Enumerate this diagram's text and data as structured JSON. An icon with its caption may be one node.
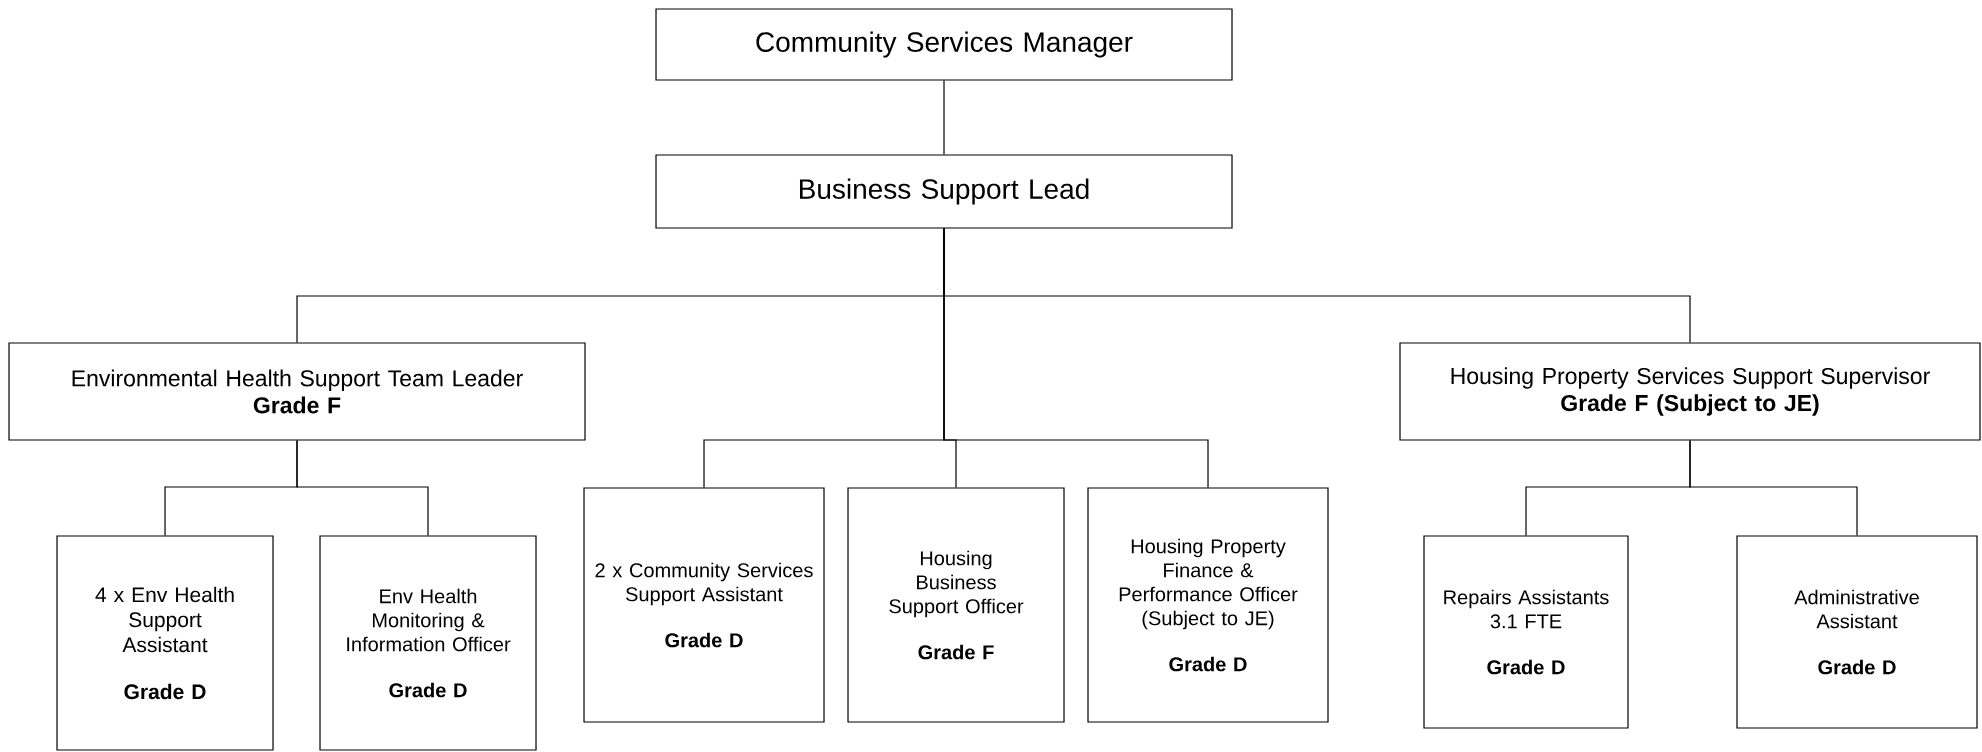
{
  "diagram": {
    "nodes": [
      {
        "text": [
          "Community Services Manager"
        ]
      },
      {
        "text": [
          "Business Support Lead"
        ]
      },
      {
        "text": [
          "Environmental Health Support Team Leader",
          "Grade F"
        ]
      },
      {
        "text": [
          "Housing Property Services Support Supervisor",
          "Grade F (Subject to JE)"
        ]
      },
      {
        "text": [
          "4 x Env Health Support Assistant",
          "Grade D"
        ]
      },
      {
        "text": [
          "Env Health Monitoring & Information Officer",
          "Grade D"
        ]
      },
      {
        "text": [
          "2 x Community Services Support Assistant",
          "Grade D"
        ]
      },
      {
        "text": [
          "Housing Business Support Officer",
          "Grade F"
        ]
      },
      {
        "text": [
          "Housing Property Finance & Performance Officer (Subject to JE)",
          "Grade D"
        ]
      },
      {
        "text": [
          "Repairs Assistants 3.1 FTE",
          "Grade D"
        ]
      },
      {
        "text": [
          "Administrative Assistant",
          "Grade D"
        ]
      }
    ],
    "edges": [
      {
        "from": 0,
        "to": 1,
        "arrow": "none"
      },
      {
        "from": 1,
        "to": 2,
        "arrow": "none"
      },
      {
        "from": 1,
        "to": 6,
        "arrow": "none"
      },
      {
        "from": 1,
        "to": 7,
        "arrow": "none"
      },
      {
        "from": 1,
        "to": 8,
        "arrow": "none"
      },
      {
        "from": 1,
        "to": 3,
        "arrow": "none"
      },
      {
        "from": 2,
        "to": 4,
        "arrow": "none"
      },
      {
        "from": 2,
        "to": 5,
        "arrow": "none"
      },
      {
        "from": 3,
        "to": 9,
        "arrow": "none"
      },
      {
        "from": 3,
        "to": 10,
        "arrow": "none"
      }
    ]
  }
}
